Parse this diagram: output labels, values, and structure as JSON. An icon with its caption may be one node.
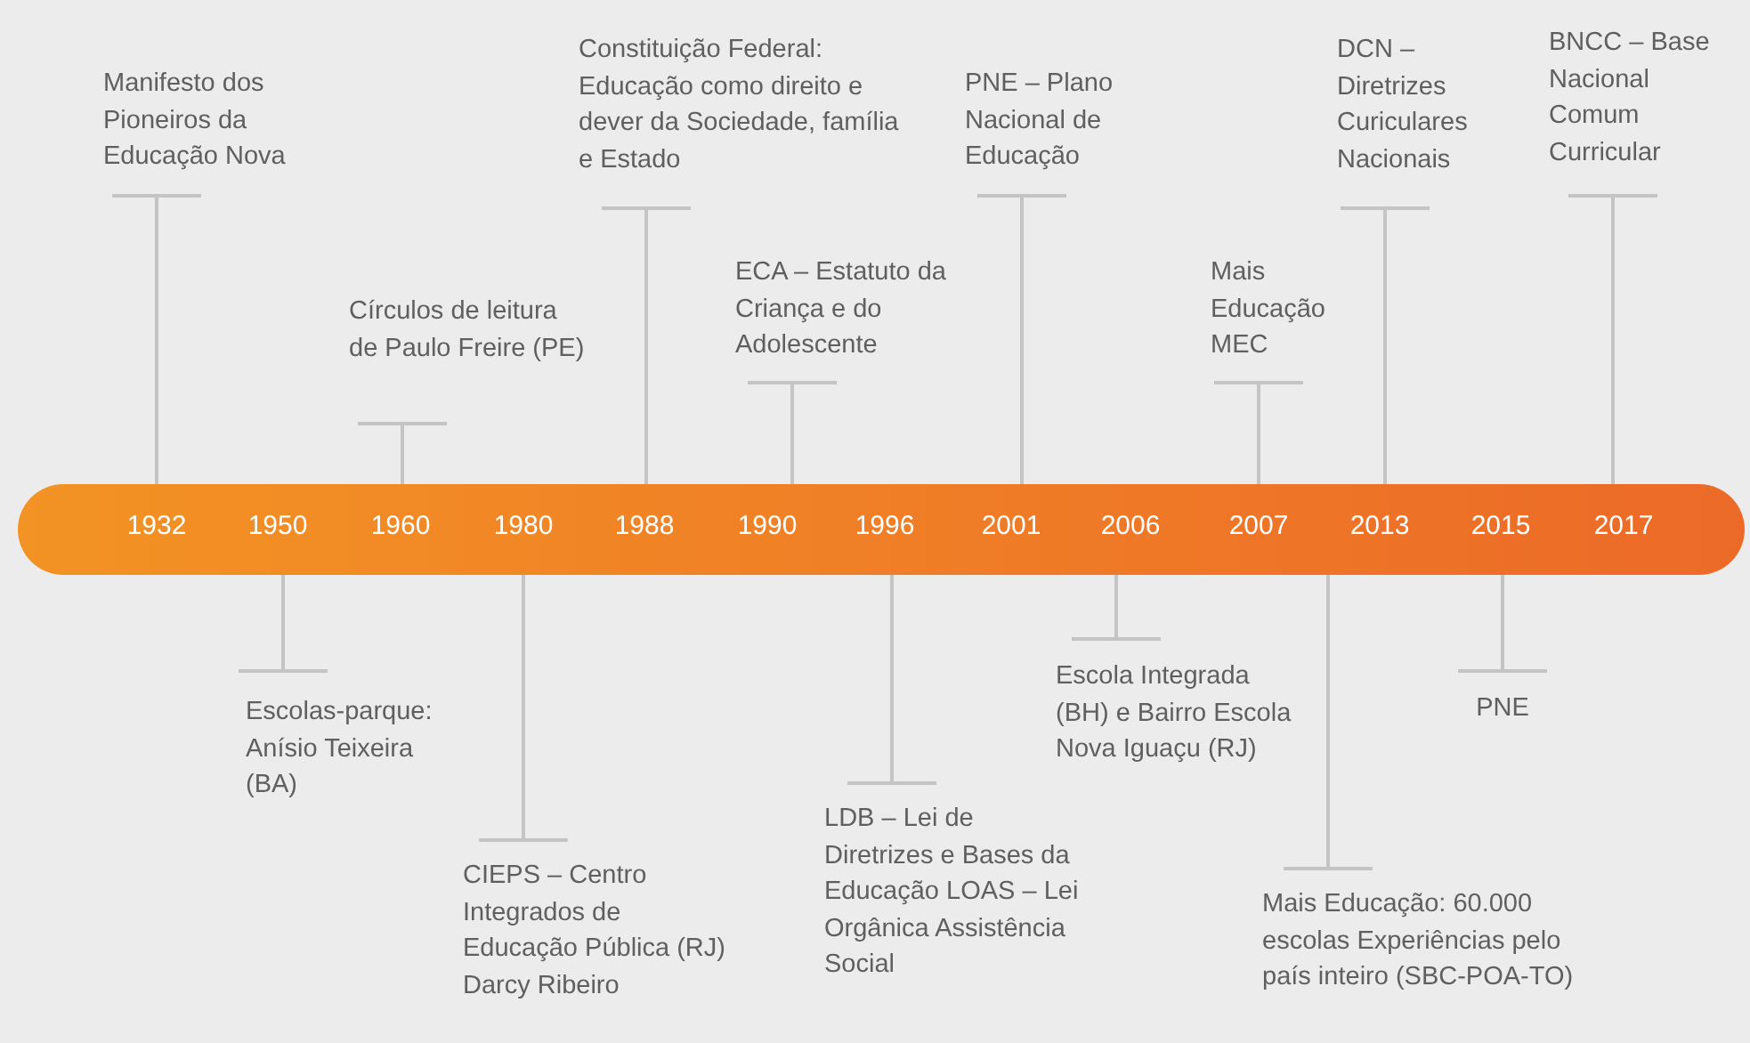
{
  "diagram": {
    "nodes": [
      {
        "text": [
          "1932",
          "1950",
          "1960",
          "1980",
          "1988",
          "1990",
          "1996",
          "2001",
          "2006",
          "2007",
          "2013",
          "2015",
          "2017"
        ]
      },
      {
        "text": [
          "Manifesto dos Pioneiros da Educação Nova"
        ]
      },
      {
        "text": [
          "Escolas-parque: Anísio Teixeira (BA)"
        ]
      },
      {
        "text": [
          "Círculos de leitura de Paulo Freire (PE)"
        ]
      },
      {
        "text": [
          "CIEPS – Centro Integrados de Educação Pública (RJ) Darcy Ribeiro"
        ]
      },
      {
        "text": [
          "Constituição Federal: Educação como direito e dever da Sociedade, família e Estado"
        ]
      },
      {
        "text": [
          "ECA – Estatuto da Criança e do Adolescente"
        ]
      },
      {
        "text": [
          "LDB – Lei de Diretrizes e Bases da Educação LOAS – Lei Orgânica Assistência Social"
        ]
      },
      {
        "text": [
          "PNE – Plano Nacional de Educação"
        ]
      },
      {
        "text": [
          "Escola Integrada (BH) e Bairro Escola Nova Iguaçu (RJ)"
        ]
      },
      {
        "text": [
          "Mais Educação MEC"
        ]
      },
      {
        "text": [
          "Mais Educação: 60.000 escolas Experiências pelo país inteiro (SBC-POA-TO)"
        ]
      },
      {
        "text": [
          "PNE"
        ]
      },
      {
        "text": [
          "DCN – Diretrizes Curiculares Nacionais"
        ]
      },
      {
        "text": [
          "BNCC – Base Nacional Comum Curricular"
        ]
      }
    ],
    "edges": [
      {
        "from": 1,
        "to": 0,
        "arrow": "none"
      },
      {
        "from": 2,
        "to": 0,
        "arrow": "none"
      },
      {
        "from": 3,
        "to": 0,
        "arrow": "none"
      },
      {
        "from": 4,
        "to": 0,
        "arrow": "none"
      },
      {
        "from": 5,
        "to": 0,
        "arrow": "none"
      },
      {
        "from": 6,
        "to": 0,
        "arrow": "none"
      },
      {
        "from": 7,
        "to": 0,
        "arrow": "none"
      },
      {
        "from": 8,
        "to": 0,
        "arrow": "none"
      },
      {
        "from": 9,
        "to": 0,
        "arrow": "none"
      },
      {
        "from": 10,
        "to": 0,
        "arrow": "none"
      },
      {
        "from": 11,
        "to": 0,
        "arrow": "none"
      },
      {
        "from": 12,
        "to": 0,
        "arrow": "none"
      },
      {
        "from": 13,
        "to": 0,
        "arrow": "none"
      },
      {
        "from": 14,
        "to": 0,
        "arrow": "none"
      }
    ]
  }
}
